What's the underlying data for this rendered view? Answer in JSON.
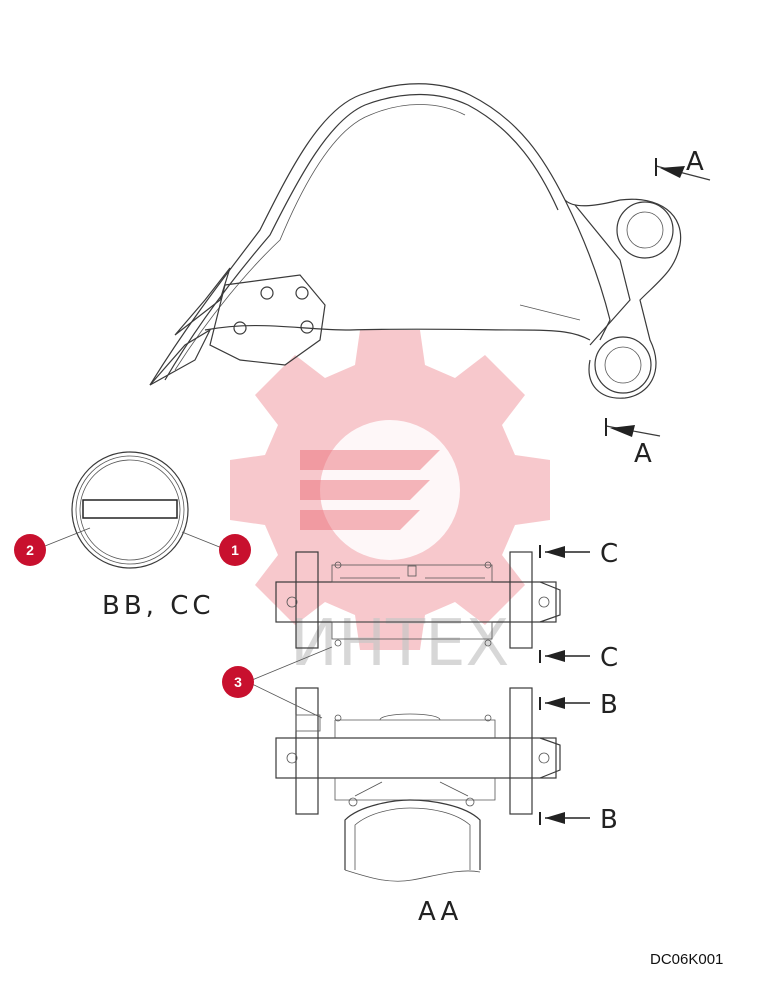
{
  "view_labels": {
    "section_bb_cc": "BB, CC",
    "section_aa": "AA"
  },
  "section_markers": {
    "a_top": "A",
    "a_bottom": "A",
    "c_top": "C",
    "c_bottom": "C",
    "b_top": "B",
    "b_bottom": "B"
  },
  "callouts": {
    "c1": "1",
    "c2": "2",
    "c3": "3"
  },
  "watermark": {
    "text": "ИНТЕХ"
  },
  "drawing_number": "DC06K001",
  "colors": {
    "callout": "#c8102e",
    "watermark": "#e8626c"
  }
}
